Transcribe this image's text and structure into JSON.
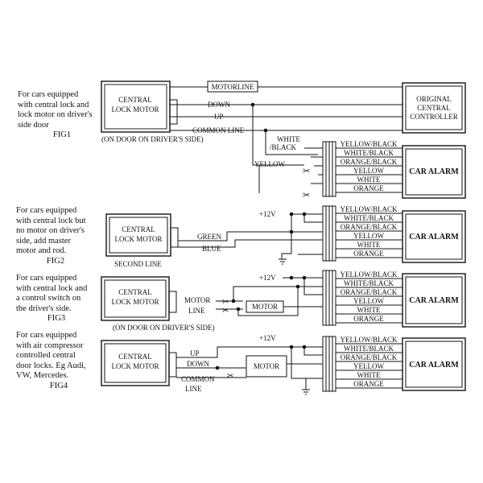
{
  "colors": {
    "paper": "#ffffff",
    "ink": "#111111",
    "box_border": "#222222"
  },
  "wire_colors": [
    "YELLOW/BLACK",
    "WHITE/BLACK",
    "ORANGE/BLACK",
    "YELLOW",
    "WHITE",
    "ORANGE"
  ],
  "car_alarm_label": "CAR ALARM",
  "plus12v": "+12V",
  "cut_mark": "✂",
  "figures": [
    {
      "id": "fig1",
      "description": [
        "For cars equipped",
        "with central lock and",
        "lock motor on driver's",
        "side door"
      ],
      "fig_label": "FIG1",
      "motor_box": [
        "CENTRAL",
        "LOCK MOTOR"
      ],
      "note": "(ON DOOR ON DRIVER'S SIDE)",
      "wire_labels": {
        "motorline": "MOTORLINE",
        "down": "DOWN",
        "up": "UP",
        "common": "COMMON LINE",
        "white_black": "WHITE",
        "white_black2": "/BLACK",
        "yellow": "YELLOW"
      },
      "controller_box": [
        "ORIGINAL",
        "CENTRAL",
        "CONTROLLER"
      ]
    },
    {
      "id": "fig2",
      "description": [
        "For cars equipped",
        "with central lock but",
        "no motor on driver's",
        "side, add master",
        "motor and rod."
      ],
      "fig_label": "FIG2",
      "motor_box": [
        "CENTRAL",
        "LOCK MOTOR"
      ],
      "note": "SECOND LINE",
      "wire_labels": {
        "green": "GREEN",
        "blue": "BLUE"
      }
    },
    {
      "id": "fig3",
      "description": [
        "For cars equipped",
        "with central lock and",
        "a control switch on",
        "the driver's side."
      ],
      "fig_label": "FIG3",
      "motor_box": [
        "CENTRAL",
        "LOCK MOTOR"
      ],
      "note": "(ON DOOR ON DRIVER'S SIDE)",
      "wire_labels": {
        "motor": "MOTOR",
        "line": "LINE"
      },
      "inner_motor": "MOTOR"
    },
    {
      "id": "fig4",
      "description": [
        "For cars equipped",
        "with air compressor",
        "controlled central",
        "door locks. Eg Audi,",
        "VW, Mercedes."
      ],
      "fig_label": "FIG4",
      "motor_box": [
        "CENTRAL",
        "LOCK MOTOR"
      ],
      "wire_labels": {
        "up": "UP",
        "down": "DOWN",
        "common": "COMMON",
        "line": "LINE"
      },
      "inner_motor": "MOTOR"
    }
  ]
}
